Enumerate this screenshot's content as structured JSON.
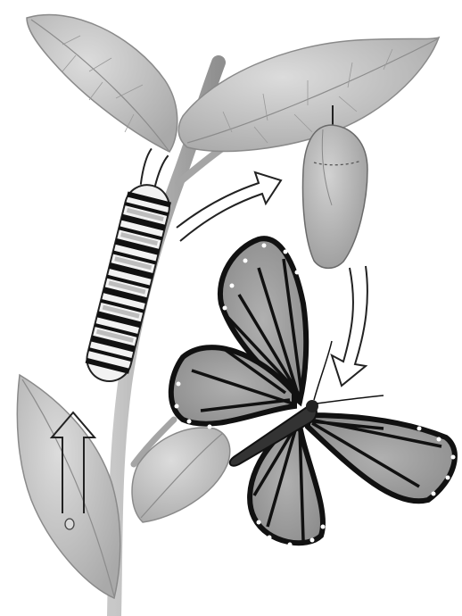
{
  "figure": {
    "stages": [
      {
        "id": "egg",
        "icon": "egg-icon"
      },
      {
        "id": "caterpillar",
        "icon": "caterpillar-icon"
      },
      {
        "id": "chrysalis",
        "icon": "chrysalis-icon"
      },
      {
        "id": "butterfly",
        "icon": "butterfly-icon"
      }
    ],
    "cycle_arrows": [
      {
        "from": "egg",
        "to": "caterpillar"
      },
      {
        "from": "caterpillar",
        "to": "chrysalis"
      },
      {
        "from": "chrysalis",
        "to": "butterfly"
      }
    ],
    "colors": {
      "leaf": "#bdbdbd",
      "leaf_vein": "#8c8c8c",
      "stem": "#a8a8a8",
      "chrysalis": "#b5b5b5",
      "wing_fill": "#9a9a9a",
      "wing_dark": "#1a1a1a",
      "arrow_stroke": "#222222",
      "background": "#ffffff"
    }
  }
}
